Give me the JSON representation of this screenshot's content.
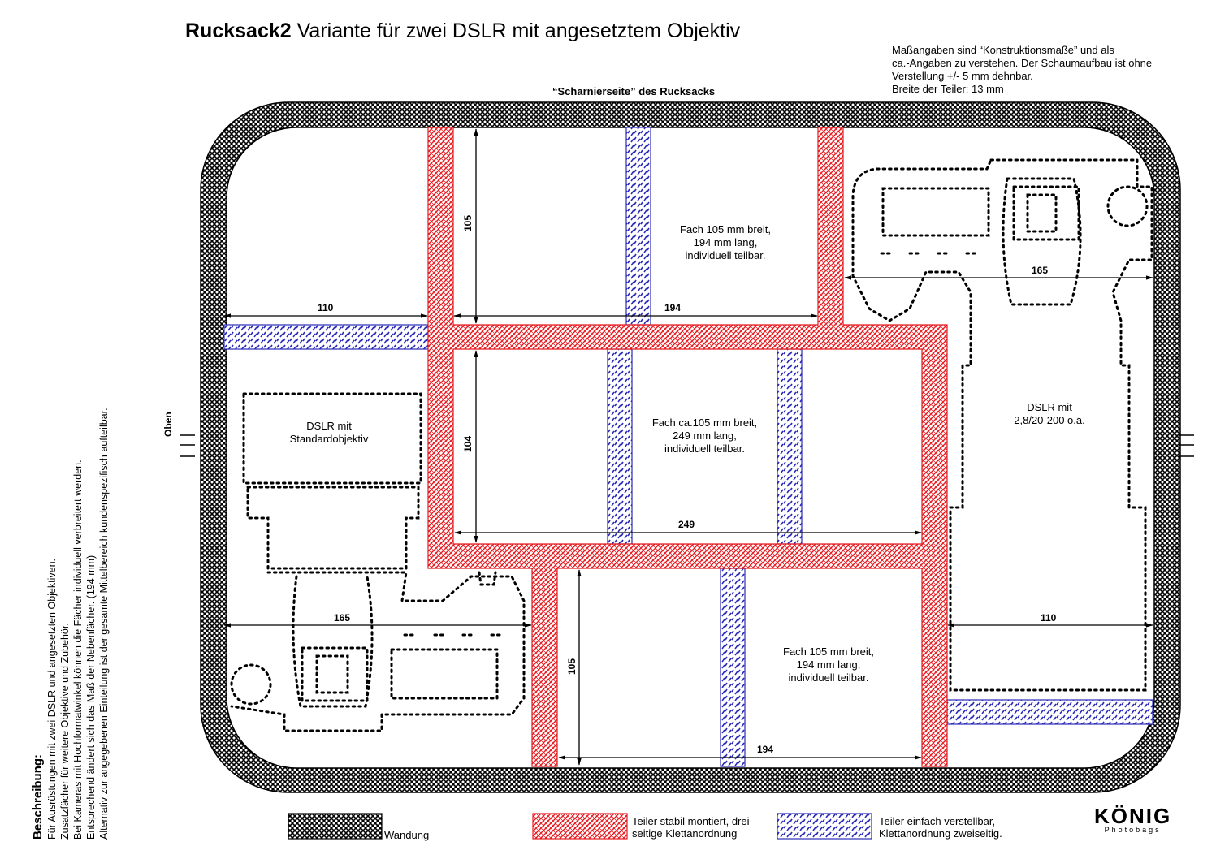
{
  "title": {
    "bold": "Rucksack2",
    "rest": " Variante für zwei DSLR mit angesetztem Objektiv"
  },
  "note": [
    "Maßangaben sind “Konstruktionsmaße” und als",
    "ca.-Angaben zu verstehen. Der Schaumaufbau ist ohne",
    "Verstellung +/- 5 mm dehnbar.",
    "Breite der Teiler: 13 mm"
  ],
  "top_label": "“Scharnierseite” des Rucksacks",
  "oben": "Oben",
  "description": {
    "heading": "Beschreibung:",
    "lines": [
      "Für Ausrüstungen mit zwei DSLR und angesetzten Objektiven.",
      "Zusatzfächer für weitere Objektive und Zubehör.",
      "Bei Kameras mit Hochformatwinkel können die Fächer individuell verbreitert werden.",
      "Entsprechend ändert sich das Maß der Nebenfächer. (194 mm)",
      "Alternativ zur angegebenen Einteilung ist der gesamte Mittelbereich kundenspezifisch aufteilbar."
    ]
  },
  "compartments": {
    "top": [
      "Fach 105 mm breit,",
      "194 mm lang,",
      "individuell teilbar."
    ],
    "middle": [
      "Fach ca.105 mm breit,",
      "249 mm lang,",
      "individuell teilbar."
    ],
    "bottom": [
      "Fach 105 mm breit,",
      "194 mm lang,",
      "individuell teilbar."
    ],
    "left_camera": [
      "DSLR  mit",
      "Standardobjektiv"
    ],
    "right_camera": [
      "DSLR  mit",
      "2,8/20-200 o.ä."
    ]
  },
  "dimensions": {
    "d110_left": "110",
    "d194_top": "194",
    "d105_top": "105",
    "d165_right": "165",
    "d104_mid": "104",
    "d249_mid": "249",
    "d165_left": "165",
    "d105_bottom": "105",
    "d194_bottom": "194",
    "d110_right": "110"
  },
  "legend": {
    "wall": "Wandung",
    "red": [
      "Teiler stabil montiert, drei-",
      "seitige Klettanordnung"
    ],
    "blue": [
      "Teiler einfach verstellbar,",
      "Klettanordnung zweiseitig."
    ]
  },
  "logo": {
    "name": "KÖNIG",
    "sub": "Photobags"
  },
  "colors": {
    "wall": "#000000",
    "fixed_divider": "#e8191e",
    "movable_divider": "#2b2bb8"
  }
}
